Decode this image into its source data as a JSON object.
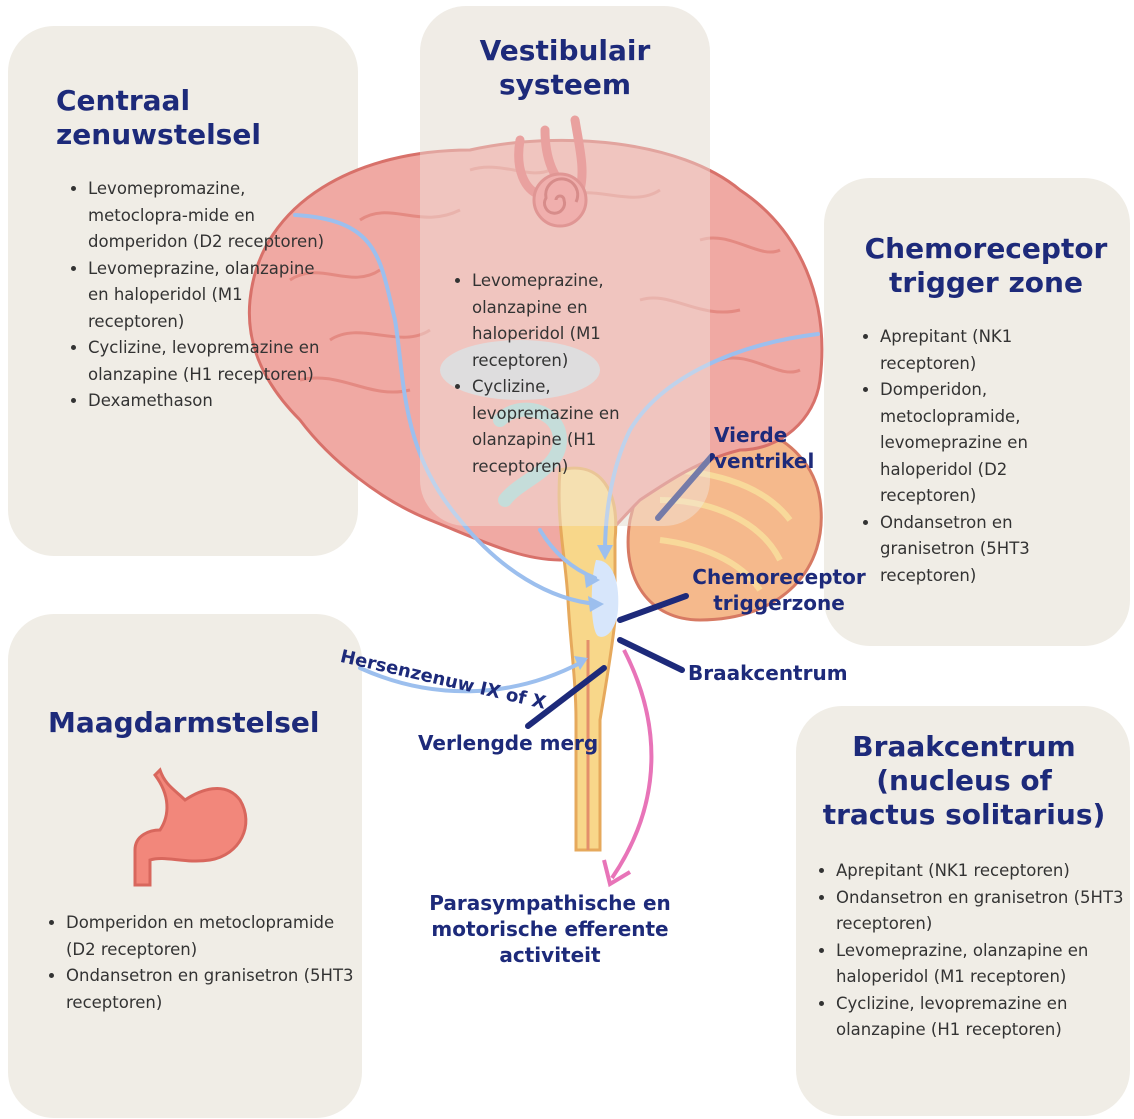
{
  "panels": {
    "cns": {
      "title": [
        "Centraal",
        "zenuwstelsel"
      ],
      "items": [
        "Levomepromazine, metoclopra-mide en domperidon (D2 receptoren)",
        "Levomeprazine, olanzapine en haloperidol (M1 receptoren)",
        "Cyclizine, levopremazine en olanzapine (H1 receptoren)",
        "Dexamethason"
      ]
    },
    "vestibular": {
      "title": [
        "Vestibulair",
        "systeem"
      ],
      "items": [
        "Levomeprazine, olanzapine en haloperidol (M1 receptoren)",
        "Cyclizine, levopremazine en olanzapine (H1 receptoren)"
      ]
    },
    "ctz": {
      "title": [
        "Chemoreceptor",
        "trigger zone"
      ],
      "items": [
        "Aprepitant (NK1 receptoren)",
        "Domperidon, metoclopramide, levomeprazine en haloperidol (D2 receptoren)",
        "Ondansetron en granisetron (5HT3 receptoren)"
      ]
    },
    "gi": {
      "title": [
        "Maagdarmstelsel"
      ],
      "items": [
        "Domperidon en metoclopramide (D2 receptoren)",
        "Ondansetron en granisetron (5HT3 receptoren)"
      ]
    },
    "vc": {
      "title": [
        "Braakcentrum",
        "(nucleus of",
        "tractus solitarius)"
      ],
      "items": [
        "Aprepitant (NK1 receptoren)",
        "Ondansetron en granisetron (5HT3 receptoren)",
        "Levomeprazine, olanzapine en haloperidol (M1 receptoren)",
        "Cyclizine, levopremazine en olanzapine (H1 receptoren)"
      ]
    }
  },
  "labels": {
    "fourth_ventricle": [
      "Vierde",
      "ventrikel"
    ],
    "ctz": [
      "Chemoreceptor",
      "triggerzone"
    ],
    "vomiting_center": "Braakcentrum",
    "medulla": "Verlengde merg",
    "nerve": "Hersenzenuw IX of X",
    "output": [
      "Parasympathische en",
      "motorische efferente",
      "activiteit"
    ]
  },
  "colors": {
    "panel_bg": "#f0ede6",
    "title": "#1d2a7a",
    "arrow_blue": "#9cbfee",
    "arrow_pink": "#e874b8",
    "brain": "#f0a9a3"
  },
  "icons": [
    "brain-illustration",
    "inner-ear-icon",
    "stomach-icon"
  ]
}
